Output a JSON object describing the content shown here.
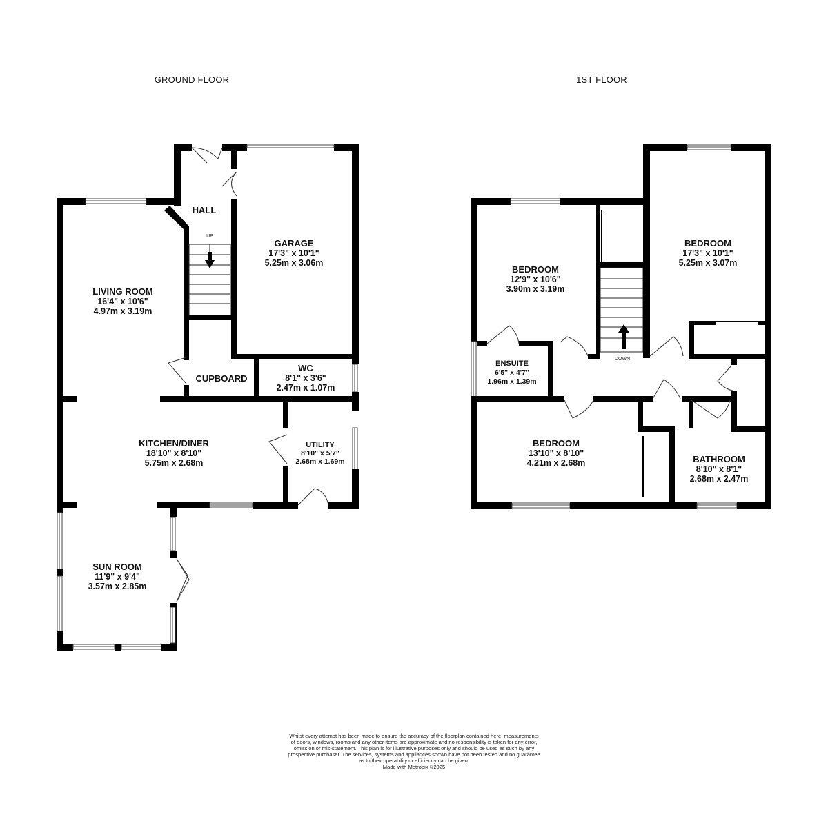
{
  "floors": [
    {
      "title": "GROUND FLOOR"
    },
    {
      "title": "1ST FLOOR"
    }
  ],
  "ground_rooms": {
    "hall": {
      "name": "HALL"
    },
    "garage": {
      "name": "GARAGE",
      "imperial": "17'3\"  x 10'1\"",
      "metric": "5.25m  x 3.06m"
    },
    "living": {
      "name": "LIVING ROOM",
      "imperial": "16'4\"  x 10'6\"",
      "metric": "4.97m  x 3.19m"
    },
    "cupboard": {
      "name": "CUPBOARD"
    },
    "wc": {
      "name": "WC",
      "imperial": "8'1\"  x 3'6\"",
      "metric": "2.47m  x 1.07m"
    },
    "kitchen": {
      "name": "KITCHEN/DINER",
      "imperial": "18'10\"  x 8'10\"",
      "metric": "5.75m  x 2.68m"
    },
    "utility": {
      "name": "UTILITY",
      "imperial": "8'10\"  x 5'7\"",
      "metric": "2.68m  x 1.69m"
    },
    "sunroom": {
      "name": "SUN ROOM",
      "imperial": "11'9\"  x 9'4\"",
      "metric": "3.57m  x 2.85m"
    }
  },
  "first_rooms": {
    "bedroom1": {
      "name": "BEDROOM",
      "imperial": "12'9\"  x 10'6\"",
      "metric": "3.90m  x 3.19m"
    },
    "bedroom2": {
      "name": "BEDROOM",
      "imperial": "17'3\"  x 10'1\"",
      "metric": "5.25m  x 3.07m"
    },
    "ensuite": {
      "name": "ENSUITE",
      "imperial": "6'5\"  x 4'7\"",
      "metric": "1.96m  x 1.39m"
    },
    "bedroom3": {
      "name": "BEDROOM",
      "imperial": "13'10\"  x 8'10\"",
      "metric": "4.21m  x 2.68m"
    },
    "bathroom": {
      "name": "BATHROOM",
      "imperial": "8'10\"  x 8'1\"",
      "metric": "2.68m  x 2.47m"
    }
  },
  "stairs": {
    "up_label": "UP",
    "down_label": "DOWN"
  },
  "disclaimer": [
    "Whilst every attempt has been made to ensure the accuracy of the floorplan contained here, measurements",
    "of doors, windows, rooms and any other items are approximate and no responsibility is taken for any error,",
    "omission or mis-statement. This plan is for illustrative purposes only and should be used as such by any",
    "prospective purchaser. The services, systems and appliances shown have not been tested and no guarantee",
    "as to their operability or efficiency can be given.",
    "Made with Metropix ©2025"
  ]
}
